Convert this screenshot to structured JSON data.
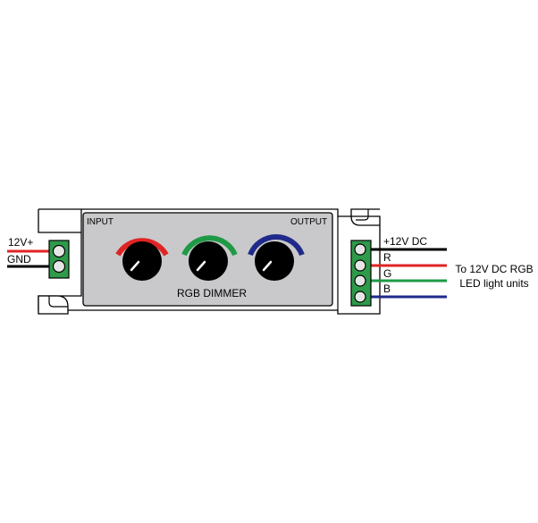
{
  "device": {
    "input_label": "INPUT",
    "output_label": "OUTPUT",
    "title": "RGB DIMMER"
  },
  "input_wires": [
    {
      "label": "12V+",
      "color": "#e02424"
    },
    {
      "label": "GND",
      "color": "#000000"
    }
  ],
  "output_wires": [
    {
      "label": "+12V DC",
      "color": "#000000"
    },
    {
      "label": "R",
      "color": "#e02424"
    },
    {
      "label": "G",
      "color": "#1e9a46"
    },
    {
      "label": "B",
      "color": "#1f2a8a"
    }
  ],
  "knobs": [
    {
      "color": "#e02424"
    },
    {
      "color": "#1e9a46"
    },
    {
      "color": "#1f2a8a"
    }
  ],
  "destination": {
    "line1": "To 12V DC RGB",
    "line2": "LED light units"
  },
  "colors": {
    "panel": "#c9c9cb",
    "terminal": "#2e9a4a"
  }
}
